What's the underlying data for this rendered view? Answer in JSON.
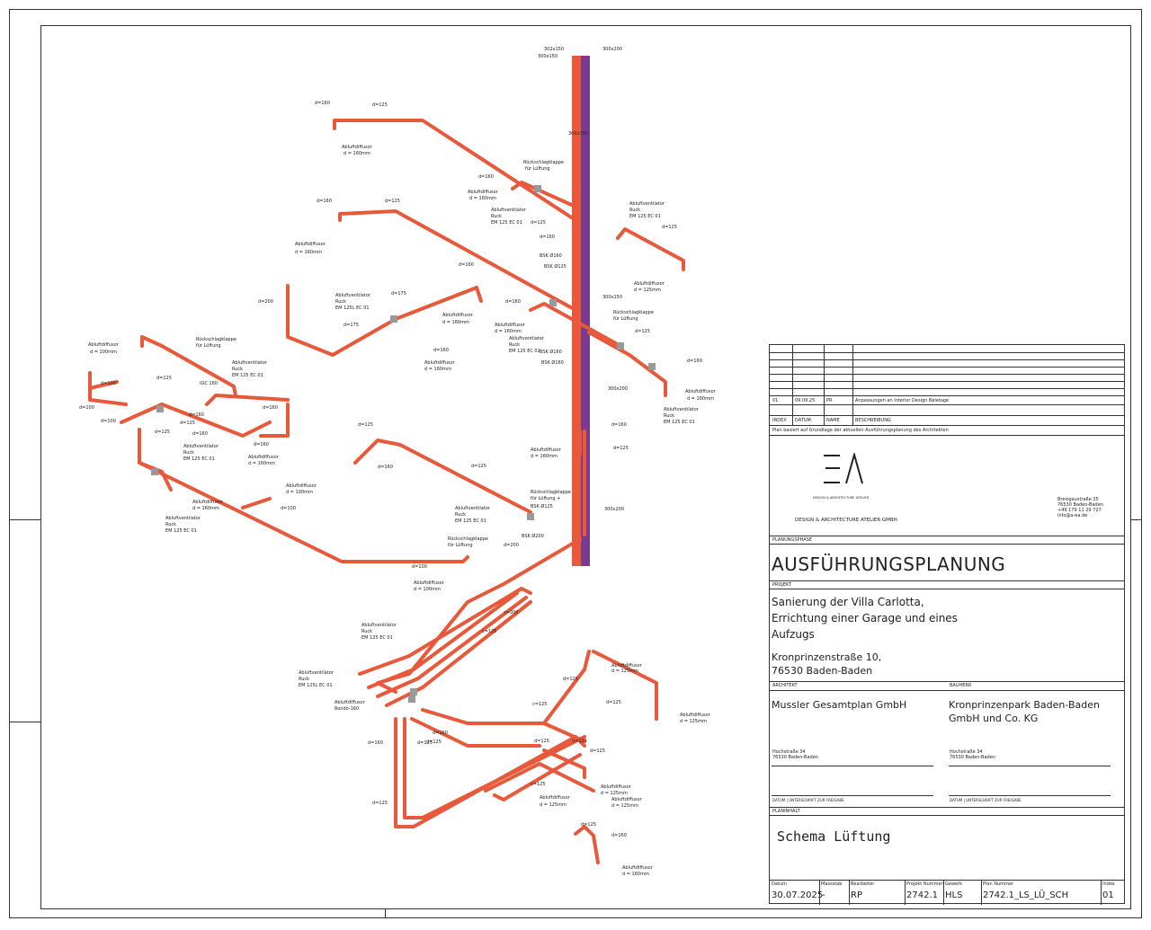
{
  "drawing": {
    "labels": [
      "302x150",
      "300x150",
      "300x200",
      "300x150",
      "300x150",
      "300x200",
      "300x200",
      "d=160",
      "d=125",
      "Abluftdiffusor",
      "d = 160mm",
      "Rückschlagklappe",
      "für Lüftung",
      "d=160",
      "Abluftdiffusor",
      "d = 160mm",
      "Abluftventilator",
      "Ruck",
      "EM 125 EC 01",
      "d=125",
      "d=160",
      "BSK Ø160",
      "BSK Ø125",
      "Abluftventilator",
      "Ruck",
      "EM 125 EC 01",
      "d=125",
      "Abluftdiffusor",
      "d = 125mm",
      "d=160",
      "d=125",
      "Abluftdiffusor",
      "d = 160mm",
      "d=160",
      "d=200",
      "d=175",
      "Abluftventilator",
      "Ruck",
      "EM 125L EC 01",
      "d=175",
      "Abluftdiffusor",
      "d = 160mm",
      "d=160",
      "Abluftdiffusor",
      "d = 160mm",
      "d=160",
      "Abluftdiffusor",
      "d = 160mm",
      "Abluftventilator",
      "Ruck",
      "EM 125 EC 02",
      "Rückschlagklappe",
      "für Lüftung",
      "d=125",
      "BSK Ø160",
      "BSK Ø160",
      "d=160",
      "Abluftdiffusor",
      "d = 160mm",
      "Abluftventilator",
      "Ruck",
      "EM 125 EC 01",
      "Abluftdiffusor",
      "d = 100mm",
      "d=100",
      "d=100",
      "d=100",
      "d=125",
      "Rückschlagklappe",
      "für Lüftung",
      "Abluftventilator",
      "Ruck",
      "EM 125 EC 01",
      "IGC 160",
      "d=160",
      "d=125",
      "d=125",
      "d=160",
      "d=160",
      "d=160",
      "Abluftventilator",
      "Ruck",
      "EM 125 EC 01",
      "Abluftdiffusor",
      "d = 160mm",
      "Abluftdiffusor",
      "d = 100mm",
      "d=100",
      "Abluftdiffusor",
      "d = 160mm",
      "Abluftventilator",
      "Ruck",
      "EM 125 EC 01",
      "d=125",
      "d=160",
      "d=125",
      "Abluftdiffusor",
      "d = 160mm",
      "d=160",
      "d=125",
      "Rückschlagklappe",
      "für Lüftung +",
      "BSK Ø125",
      "Abluftventilator",
      "Ruck",
      "EM 125 EC 01",
      "BSK Ø200",
      "d=200",
      "Rückschlagklappe",
      "für Lüftung",
      "d=100",
      "Abluftdiffusor",
      "d = 100mm",
      "c=200",
      "c=125",
      "Abluftventilator",
      "Ruck",
      "EM 125 EC 01",
      "Abluftventilator",
      "Ruck",
      "EM 125L EC 01",
      "Abluftdiffusor",
      "Rondo-160",
      "d=160",
      "d=160",
      "d=125",
      "d=125",
      "c=125",
      "d=125",
      "Abluftdiffusor",
      "d = 125mm",
      "d=125",
      "Abluftdiffusor",
      "d = 125mm",
      "d=125",
      "d=125",
      "d=125",
      "c=125",
      "d=125",
      "Abluftdiffusor",
      "d = 125mm",
      "Abluftdiffusor",
      "d = 125mm",
      "Abluftdiffusor",
      "d = 125mm",
      "d=125",
      "d=160",
      "Abluftdiffusor",
      "d = 160mm"
    ]
  },
  "title_block": {
    "revisions": {
      "headers": [
        "INDEX",
        "DATUM",
        "NAME",
        "BESCHREIBUNG"
      ],
      "rows": [
        {
          "index": "01",
          "datum": "09.09.25",
          "name": "PR",
          "beschreibung": "Anpassungen an Interior Design Beletage"
        }
      ],
      "note": "Plan basiert auf Grundlage der aktuellen Ausführungsplanung des Architekten"
    },
    "company": {
      "logo_text": "DESIGN & ARCHITECTURE ATELIER",
      "name": "DESIGN & ARCHITECTURE ATELIER GMBH",
      "address": [
        "Breisgaustraße 25",
        "76530 Baden-Baden",
        "+49 179 11 29 727",
        "info@a-ea.de"
      ]
    },
    "planungsphase_label": "PLANUNGSPHASE",
    "planungsphase": "AUSFÜHRUNGSPLANUNG",
    "projekt_label": "PROJEKT",
    "projekt": [
      "Sanierung der Villa Carlotta,",
      "Errichtung einer Garage und eines",
      "Aufzugs"
    ],
    "projekt_adresse": [
      "Kronprinzenstraße 10,",
      "76530 Baden-Baden"
    ],
    "architekt_label": "ARCHITEKT",
    "architekt": "Mussler Gesamtplan GmbH",
    "architekt_adresse": [
      "Hochstraße 34",
      "76530 Baden-Baden"
    ],
    "bauherr_label": "BAUHERR",
    "bauherr": [
      "Kronprinzenpark Baden-Baden",
      "GmbH und Co. KG"
    ],
    "bauherr_adresse": [
      "Hochstraße 34",
      "76530 Baden-Baden"
    ],
    "freigabe_label": "DATUM | UNTERSCHRIFT ZUR FREIGABE",
    "planinhalt_label": "PLANINHALT",
    "planinhalt": "Schema Lüftung",
    "footer": {
      "headers": [
        "Datum",
        "Massstab",
        "Bearbeiter",
        "Projekt Nummer",
        "Gewerk",
        "Plan Nummer",
        "Index"
      ],
      "values": [
        "30.07.2025",
        "-",
        "RP",
        "2742.1",
        "HLS",
        "2742.1_LS_LÜ_SCH",
        "01"
      ]
    }
  },
  "colors": {
    "duct": "#e8583a",
    "duct_dark": "#b8402a",
    "riser": "#7a3a8e",
    "frame": "#333333"
  }
}
